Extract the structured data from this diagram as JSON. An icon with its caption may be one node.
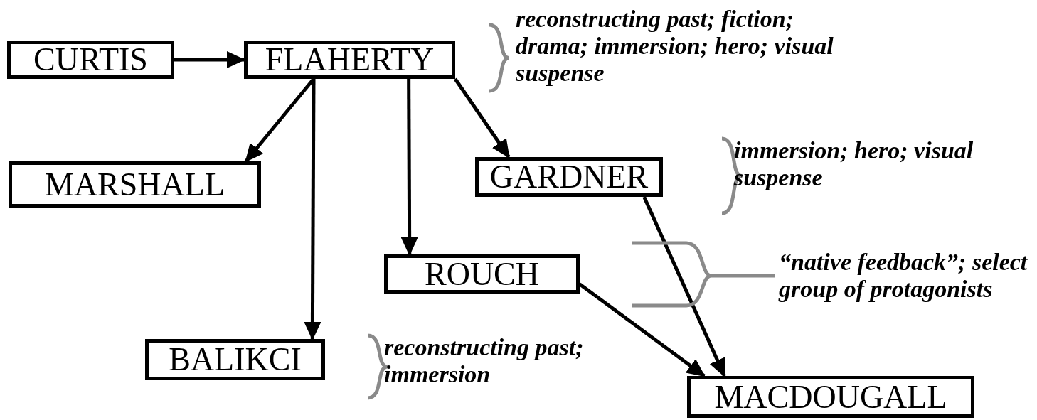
{
  "diagram": {
    "nodes": [
      {
        "text": [
          "CURTIS"
        ]
      },
      {
        "text": [
          "FLAHERTY"
        ],
        "beside": [
          "reconstructing past; fiction; drama; immersion; hero; visual suspense"
        ]
      },
      {
        "text": [
          "MARSHALL"
        ]
      },
      {
        "text": [
          "GARDNER"
        ],
        "beside": [
          "immersion; hero; visual suspense"
        ]
      },
      {
        "text": [
          "ROUCH"
        ]
      },
      {
        "text": [
          "BALIKCI"
        ],
        "beside": [
          "reconstructing past; immersion"
        ]
      },
      {
        "text": [
          "MACDOUGALL"
        ]
      }
    ],
    "edges": [
      {
        "from": 0,
        "to": 1,
        "arrow": "to"
      },
      {
        "from": 1,
        "to": 2,
        "arrow": "to"
      },
      {
        "from": 1,
        "to": 5,
        "arrow": "to"
      },
      {
        "from": 1,
        "to": 4,
        "arrow": "to"
      },
      {
        "from": 1,
        "to": 3,
        "arrow": "to"
      },
      {
        "from": 3,
        "to": 6,
        "arrow": "to"
      },
      {
        "from": 4,
        "to": 6,
        "arrow": "to"
      }
    ],
    "labels": [
      "“native feedback”; select group of protagonists"
    ]
  }
}
